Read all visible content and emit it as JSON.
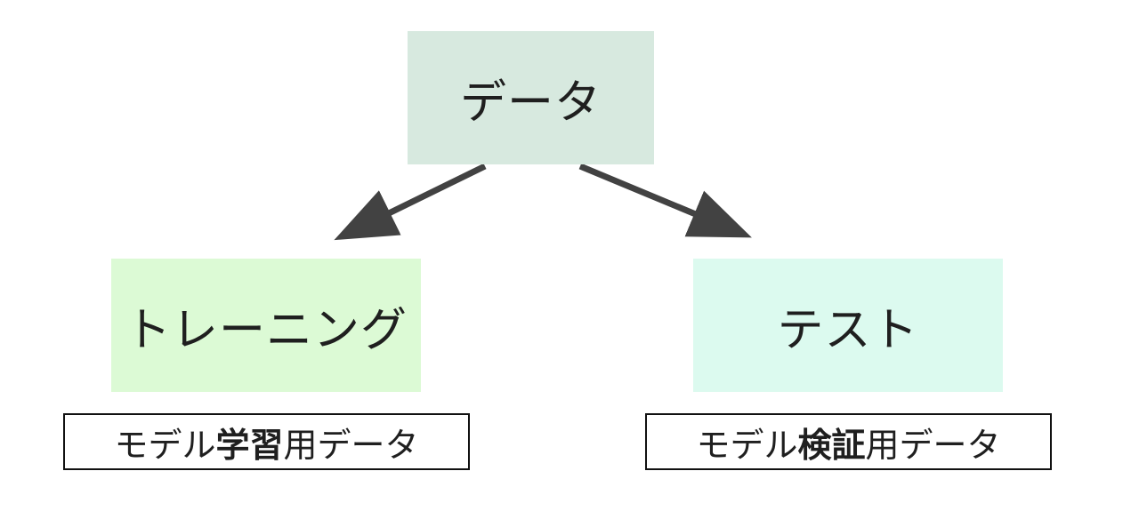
{
  "colors": {
    "data_box": "#d7e9df",
    "training_box": "#dcfad5",
    "test_box": "#dcfaef",
    "arrow": "#424242"
  },
  "nodes": {
    "data": {
      "label": "データ"
    },
    "training": {
      "label": "トレーニング"
    },
    "test": {
      "label": "テスト"
    }
  },
  "captions": {
    "training": {
      "prefix": "モデル",
      "emphasis": "学習",
      "suffix": "用データ"
    },
    "test": {
      "prefix": "モデル",
      "emphasis": "検証",
      "suffix": "用データ"
    }
  },
  "edges": [
    {
      "from": "data",
      "to": "training"
    },
    {
      "from": "data",
      "to": "test"
    }
  ]
}
